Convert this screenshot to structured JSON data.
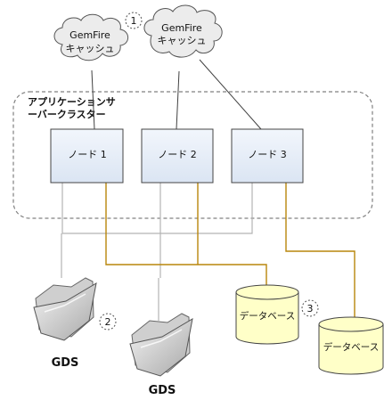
{
  "colors": {
    "gray_line": "#b3b3b3",
    "gold_line": "#b8860b",
    "node_fill": "#e6eef8",
    "db_fill": "#ffffc8",
    "cloud_fill": "#ececec",
    "folder_fill": "#dcdcdc",
    "cluster_border": "#808080"
  },
  "diagram": {
    "clouds": [
      {
        "line1": "GemFire",
        "line2": "キャッシュ"
      },
      {
        "line1": "GemFire",
        "line2": "キャッシュ"
      }
    ],
    "callouts": [
      "1",
      "2",
      "3"
    ],
    "cluster": {
      "line1": "アプリケーションサ",
      "line2": "ーバークラスター"
    },
    "nodes": [
      "ノード 1",
      "ノード 2",
      "ノード 3"
    ],
    "gds": [
      "GDS",
      "GDS"
    ],
    "databases": [
      "データベース",
      "データベース"
    ]
  }
}
